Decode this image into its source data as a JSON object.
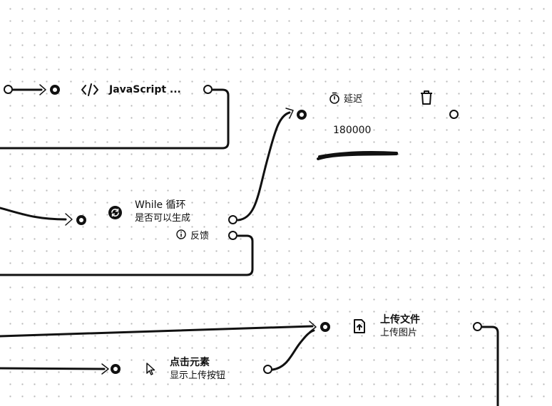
{
  "nodes": {
    "javascript": {
      "title": "JavaScript ..."
    },
    "delay": {
      "label": "延迟",
      "value": "180000"
    },
    "while_loop": {
      "title": "While 循环",
      "subtitle": "是否可以生成",
      "feedback_label": "反馈"
    },
    "upload_file": {
      "title": "上传文件",
      "subtitle": "上传图片"
    },
    "click_element": {
      "title": "点击元素",
      "subtitle": "显示上传按钮"
    }
  },
  "icons": {
    "code": "code-icon",
    "timer": "timer-icon",
    "trash": "trash-icon",
    "loop": "loop-icon",
    "info": "info-icon",
    "upload": "upload-file-icon",
    "cursor": "cursor-icon"
  },
  "colors": {
    "edge": "#111111",
    "grid_dot": "#b9b9b9",
    "background": "#ffffff"
  }
}
